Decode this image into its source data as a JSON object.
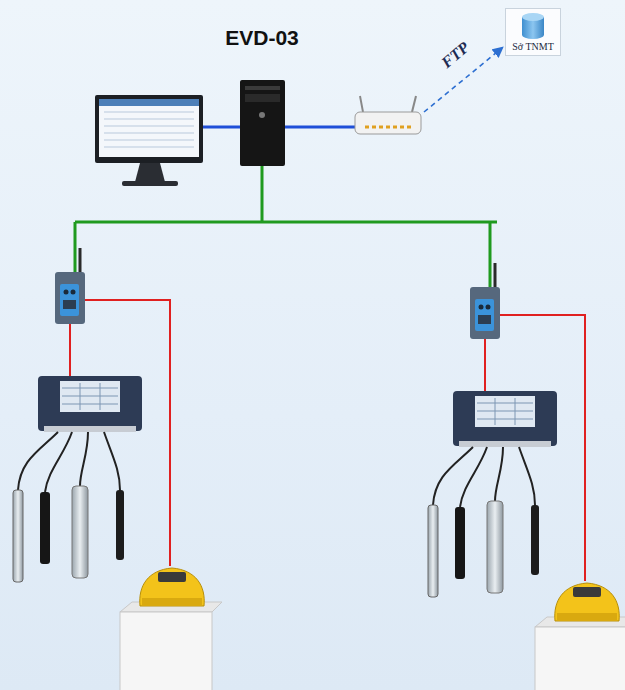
{
  "diagram": {
    "nodes": [
      {
        "text": [
          "EVD-03"
        ]
      },
      {
        "text": [
          "Sở TNMT"
        ]
      }
    ],
    "labels": [
      "FTP"
    ]
  }
}
